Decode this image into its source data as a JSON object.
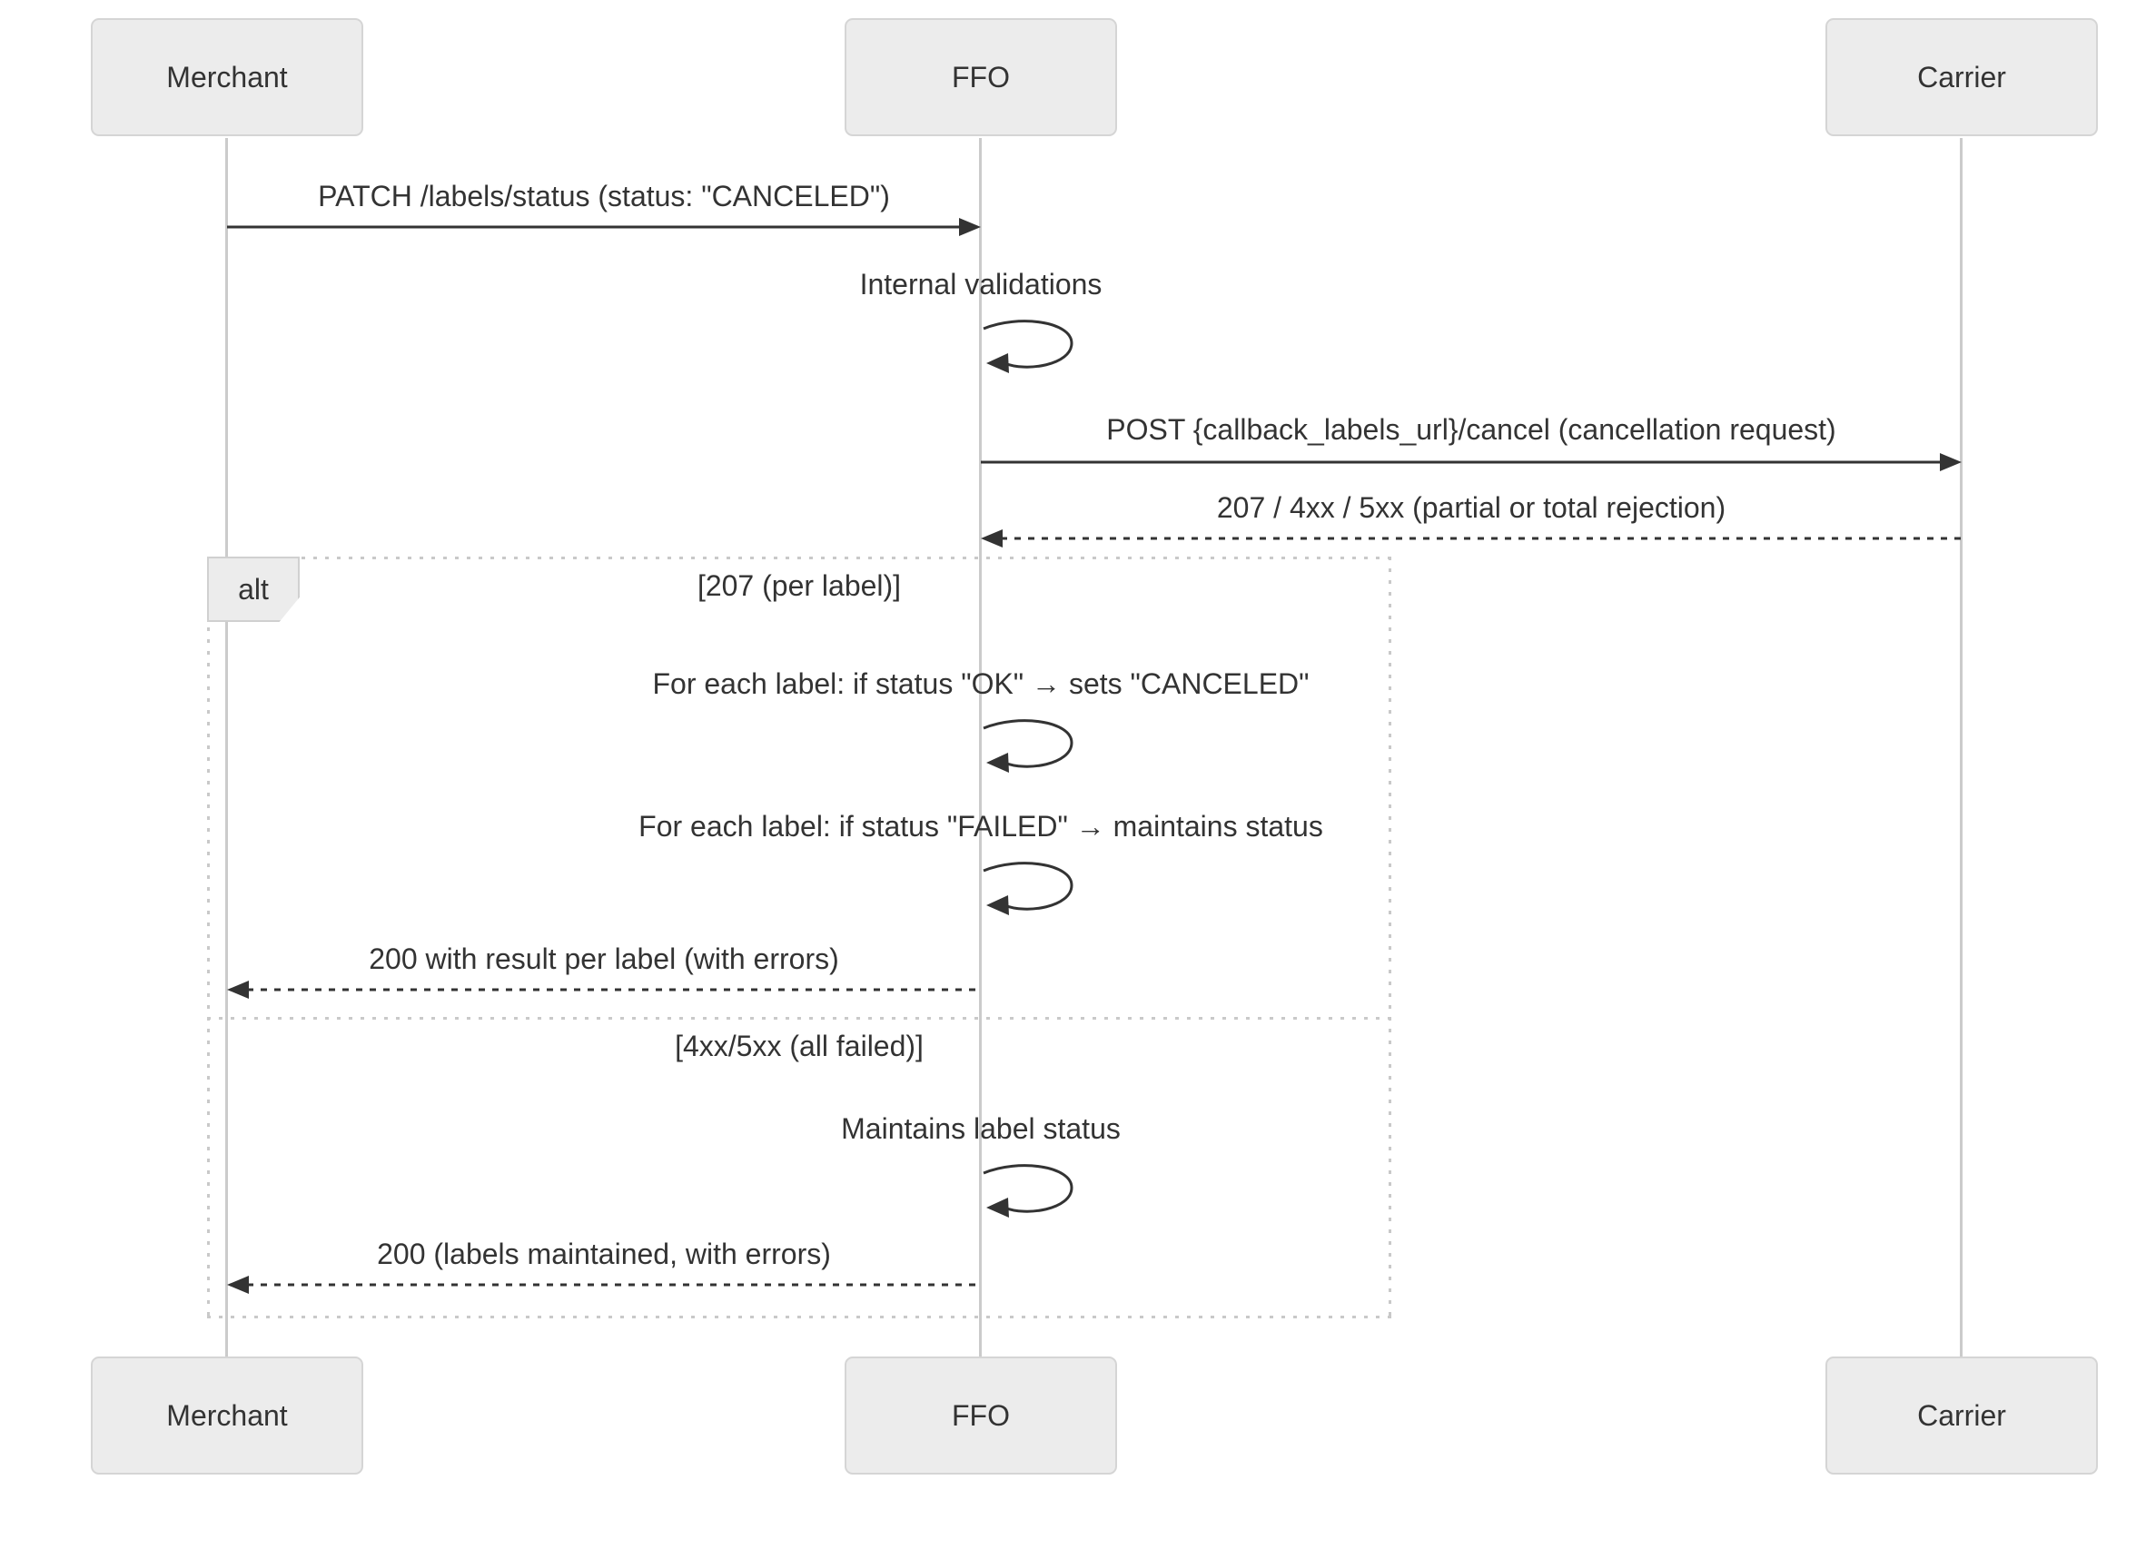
{
  "diagram_type": "sequence",
  "participants": [
    {
      "label": "Merchant"
    },
    {
      "label": "FFO"
    },
    {
      "label": "Carrier"
    }
  ],
  "messages": {
    "patch": {
      "text": "PATCH /labels/status (status: \"CANCELED\")",
      "from": "Merchant",
      "to": "FFO",
      "style": "solid"
    },
    "internal_validations": {
      "text": "Internal validations",
      "from": "FFO",
      "to": "FFO",
      "style": "self"
    },
    "post_cancel": {
      "text": "POST {callback_labels_url}/cancel (cancellation request)",
      "from": "FFO",
      "to": "Carrier",
      "style": "solid"
    },
    "rejection_response": {
      "text": "207 / 4xx / 5xx (partial or total rejection)",
      "from": "Carrier",
      "to": "FFO",
      "style": "dashed"
    },
    "per_label_ok": {
      "text": "For each label: if status \"OK\" → sets \"CANCELED\"",
      "from": "FFO",
      "to": "FFO",
      "style": "self"
    },
    "per_label_failed": {
      "text": "For each label: if status \"FAILED\" → maintains status",
      "from": "FFO",
      "to": "FFO",
      "style": "self"
    },
    "result_per_label": {
      "text": "200 with result per label (with errors)",
      "from": "FFO",
      "to": "Merchant",
      "style": "dashed"
    },
    "maintains_status": {
      "text": "Maintains label status",
      "from": "FFO",
      "to": "FFO",
      "style": "self"
    },
    "labels_maintained": {
      "text": "200 (labels maintained, with errors)",
      "from": "FFO",
      "to": "Merchant",
      "style": "dashed"
    }
  },
  "alt": {
    "label": "alt",
    "conditions": [
      "[207 (per label)]",
      "[4xx/5xx (all failed)]"
    ]
  },
  "colors": {
    "actor_fill": "#ececec",
    "actor_border": "#d5d5d5",
    "lifeline": "#cbcbcb",
    "frame": "#c9c9c9",
    "line": "#333333",
    "text": "#333333"
  }
}
